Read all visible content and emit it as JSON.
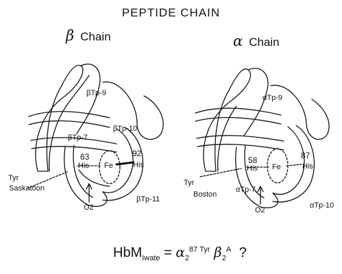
{
  "title": "PEPTIDE CHAIN",
  "beta_panel": {
    "header_symbol": "β",
    "header_text": "Chain",
    "labels": {
      "tp9": "βTp-9",
      "tp10": "βTp-10",
      "tp7": "βTp-7",
      "tp11": "βTp-11",
      "num_left": "63",
      "num_right": "92",
      "his_left": "His",
      "his_right": "His",
      "fe": "Fe",
      "o2": "O2",
      "tyr": "Tyr",
      "variant": "Saskatoon"
    }
  },
  "alpha_panel": {
    "header_symbol": "α",
    "header_text": "Chain",
    "labels": {
      "tp9": "αTp-9",
      "tp7": "αTp-7",
      "tp10": "αTp-10",
      "num_left": "58",
      "num_right": "87",
      "his_left": "His",
      "his_right": "His",
      "fe": "Fe",
      "o2": "O2",
      "tyr": "Tyr",
      "variant": "Boston"
    }
  },
  "formula": {
    "prefix": "HbM",
    "sub_label": "Iwate",
    "equals": "=",
    "alpha": "α",
    "alpha_sup": "87 Tyr",
    "alpha_sub": "2",
    "beta": "β",
    "beta_sup": "A",
    "beta_sub": "2",
    "question": "?"
  }
}
